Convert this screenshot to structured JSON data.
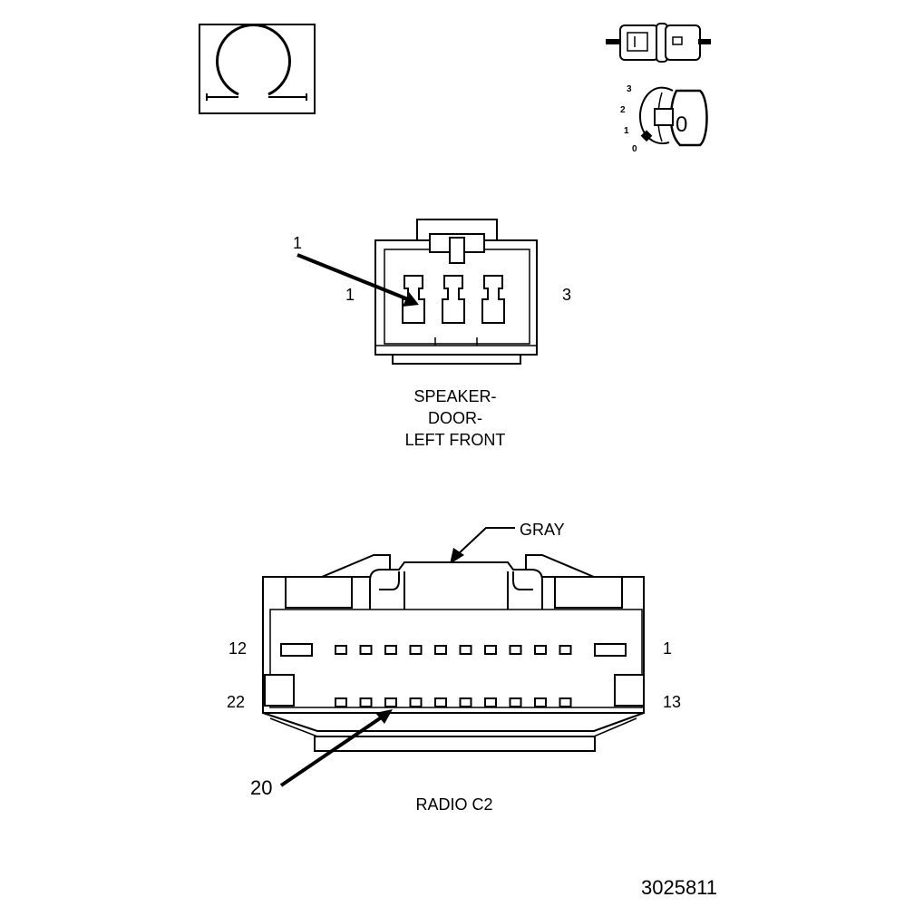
{
  "key_position_numbers": [
    "3",
    "2",
    "1",
    "0"
  ],
  "key_digit": "0",
  "speaker_connector": {
    "callout": "1",
    "pin_left": "1",
    "pin_right": "3",
    "label_lines": [
      "SPEAKER-",
      "DOOR-",
      "LEFT FRONT"
    ]
  },
  "radio_connector": {
    "color_label": "GRAY",
    "pin_top_left": "12",
    "pin_top_right": "1",
    "pin_bottom_left": "22",
    "pin_bottom_right": "13",
    "callout": "20",
    "label": "RADIO C2"
  },
  "figure_number": "3025811"
}
